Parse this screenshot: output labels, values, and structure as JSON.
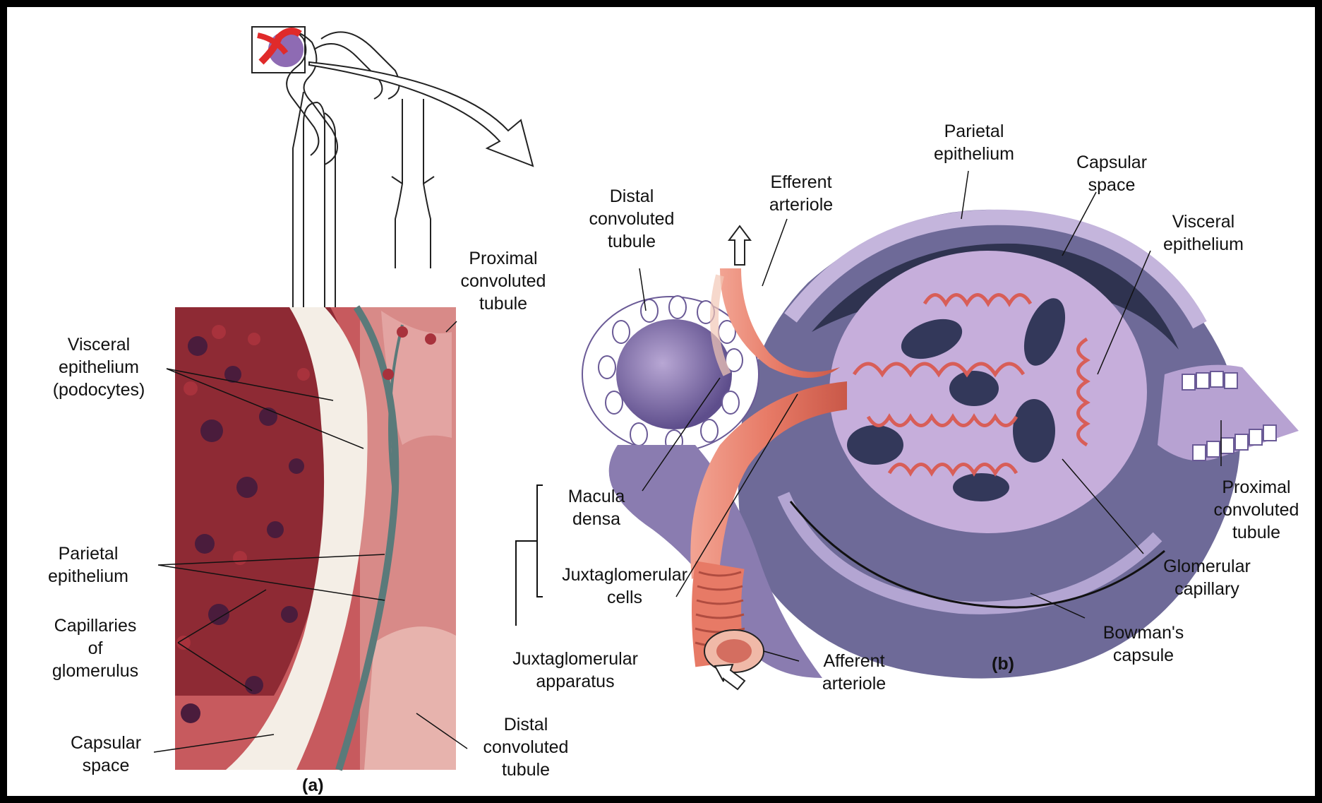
{
  "panel_a": {
    "tag": "(a)",
    "labels": {
      "proximal": "Proximal\nconvoluted\ntubule",
      "visceral": "Visceral\nepithelium\n(podocytes)",
      "parietal": "Parietal\nepithelium",
      "capillaries": "Capillaries\nof\nglomerulus",
      "capsular": "Capsular\nspace",
      "distal": "Distal\nconvoluted\ntubule"
    }
  },
  "panel_b": {
    "tag": "(b)",
    "labels": {
      "parietal": "Parietal\nepithelium",
      "capsular": "Capsular\nspace",
      "visceral": "Visceral\nepithelium",
      "distal": "Distal\nconvoluted\ntubule",
      "efferent": "Efferent\narteriole",
      "macula": "Macula\ndensa",
      "jg_cells": "Juxtaglomerular\ncells",
      "jg_apparatus": "Juxtaglomerular\napparatus",
      "proximal": "Proximal\nconvoluted\ntubule",
      "glomerular": "Glomerular\ncapillary",
      "bowman": "Bowman's\ncapsule",
      "afferent": "Afferent\narteriole"
    }
  },
  "colors": {
    "tissue_red": "#8e2a34",
    "capsule_purple": "#9a86bd",
    "capsule_dark": "#3a3d5e",
    "arteriole_pink": "#e88a78"
  }
}
